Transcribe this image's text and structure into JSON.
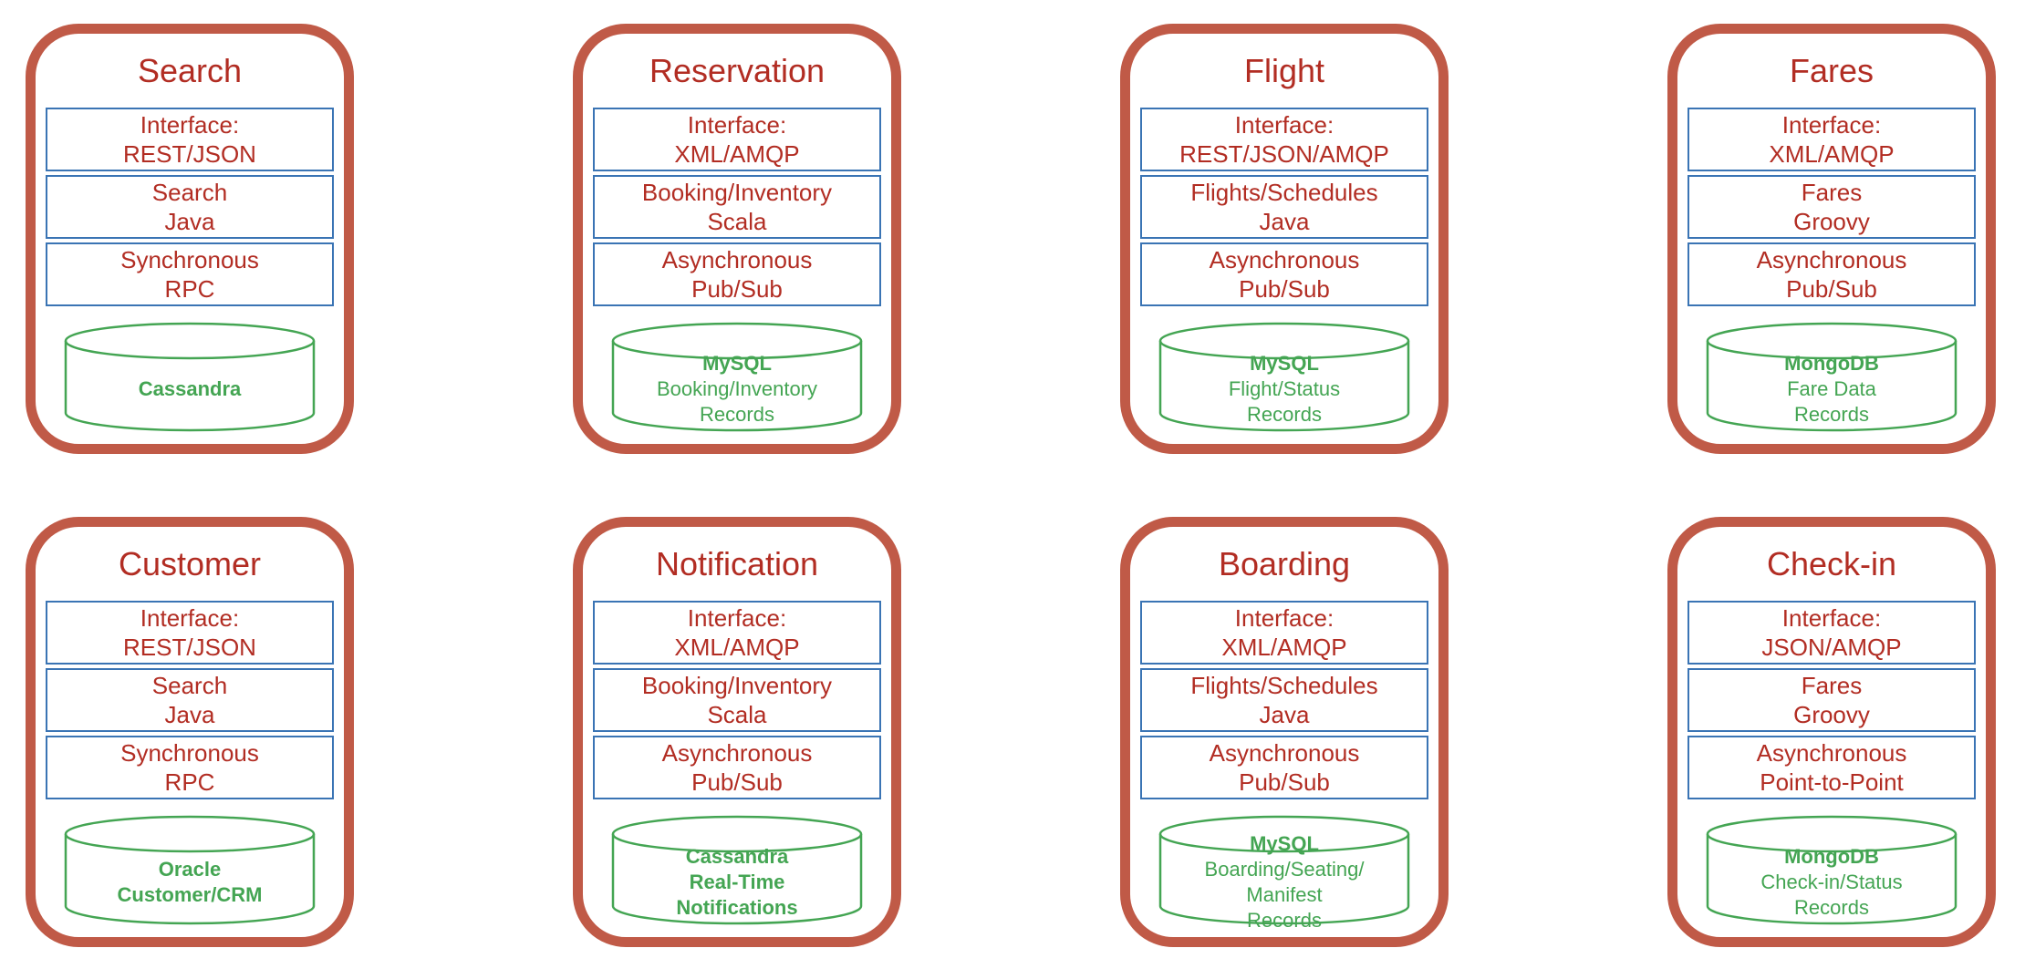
{
  "colors": {
    "outline_red": "#C05A47",
    "text_red": "#B22D23",
    "box_blue": "#3A74B4",
    "db_green": "#44A553"
  },
  "cards": [
    {
      "title": "Search",
      "boxes": [
        {
          "line1": "Interface:",
          "line2": "REST/JSON"
        },
        {
          "line1": "Search",
          "line2": "Java"
        },
        {
          "line1": "Synchronous",
          "line2": "RPC"
        }
      ],
      "db": {
        "lines": [
          {
            "text": "Cassandra",
            "bold": true
          }
        ]
      }
    },
    {
      "title": "Reservation",
      "boxes": [
        {
          "line1": "Interface:",
          "line2": "XML/AMQP"
        },
        {
          "line1": "Booking/Inventory",
          "line2": "Scala"
        },
        {
          "line1": "Asynchronous",
          "line2": "Pub/Sub"
        }
      ],
      "db": {
        "lines": [
          {
            "text": "MySQL",
            "bold": true
          },
          {
            "text": "Booking/Inventory",
            "bold": false
          },
          {
            "text": "Records",
            "bold": false
          }
        ]
      }
    },
    {
      "title": "Flight",
      "boxes": [
        {
          "line1": "Interface:",
          "line2": "REST/JSON/AMQP"
        },
        {
          "line1": "Flights/Schedules",
          "line2": "Java"
        },
        {
          "line1": "Asynchronous",
          "line2": "Pub/Sub"
        }
      ],
      "db": {
        "lines": [
          {
            "text": "MySQL",
            "bold": true
          },
          {
            "text": "Flight/Status",
            "bold": false
          },
          {
            "text": "Records",
            "bold": false
          }
        ]
      }
    },
    {
      "title": "Fares",
      "boxes": [
        {
          "line1": "Interface:",
          "line2": "XML/AMQP"
        },
        {
          "line1": "Fares",
          "line2": "Groovy"
        },
        {
          "line1": "Asynchronous",
          "line2": "Pub/Sub"
        }
      ],
      "db": {
        "lines": [
          {
            "text": "MongoDB",
            "bold": true
          },
          {
            "text": "Fare Data",
            "bold": false
          },
          {
            "text": "Records",
            "bold": false
          }
        ]
      }
    },
    {
      "title": "Customer",
      "boxes": [
        {
          "line1": "Interface:",
          "line2": "REST/JSON"
        },
        {
          "line1": "Search",
          "line2": "Java"
        },
        {
          "line1": "Synchronous",
          "line2": "RPC"
        }
      ],
      "db": {
        "lines": [
          {
            "text": "Oracle",
            "bold": true
          },
          {
            "text": "Customer/CRM",
            "bold": true
          }
        ]
      }
    },
    {
      "title": "Notification",
      "boxes": [
        {
          "line1": "Interface:",
          "line2": "XML/AMQP"
        },
        {
          "line1": "Booking/Inventory",
          "line2": "Scala"
        },
        {
          "line1": "Asynchronous",
          "line2": "Pub/Sub"
        }
      ],
      "db": {
        "lines": [
          {
            "text": "Cassandra",
            "bold": true
          },
          {
            "text": "Real-Time",
            "bold": true
          },
          {
            "text": "Notifications",
            "bold": true
          }
        ]
      }
    },
    {
      "title": "Boarding",
      "boxes": [
        {
          "line1": "Interface:",
          "line2": "XML/AMQP"
        },
        {
          "line1": "Flights/Schedules",
          "line2": "Java"
        },
        {
          "line1": "Asynchronous",
          "line2": "Pub/Sub"
        }
      ],
      "db": {
        "lines": [
          {
            "text": "MySQL",
            "bold": true
          },
          {
            "text": "Boarding/Seating/",
            "bold": false
          },
          {
            "text": "Manifest",
            "bold": false
          },
          {
            "text": "Records",
            "bold": false
          }
        ]
      }
    },
    {
      "title": "Check-in",
      "boxes": [
        {
          "line1": "Interface:",
          "line2": "JSON/AMQP"
        },
        {
          "line1": "Fares",
          "line2": "Groovy"
        },
        {
          "line1": "Asynchronous",
          "line2": "Point-to-Point"
        }
      ],
      "db": {
        "lines": [
          {
            "text": "MongoDB",
            "bold": true
          },
          {
            "text": "Check-in/Status",
            "bold": false
          },
          {
            "text": "Records",
            "bold": false
          }
        ]
      }
    }
  ]
}
